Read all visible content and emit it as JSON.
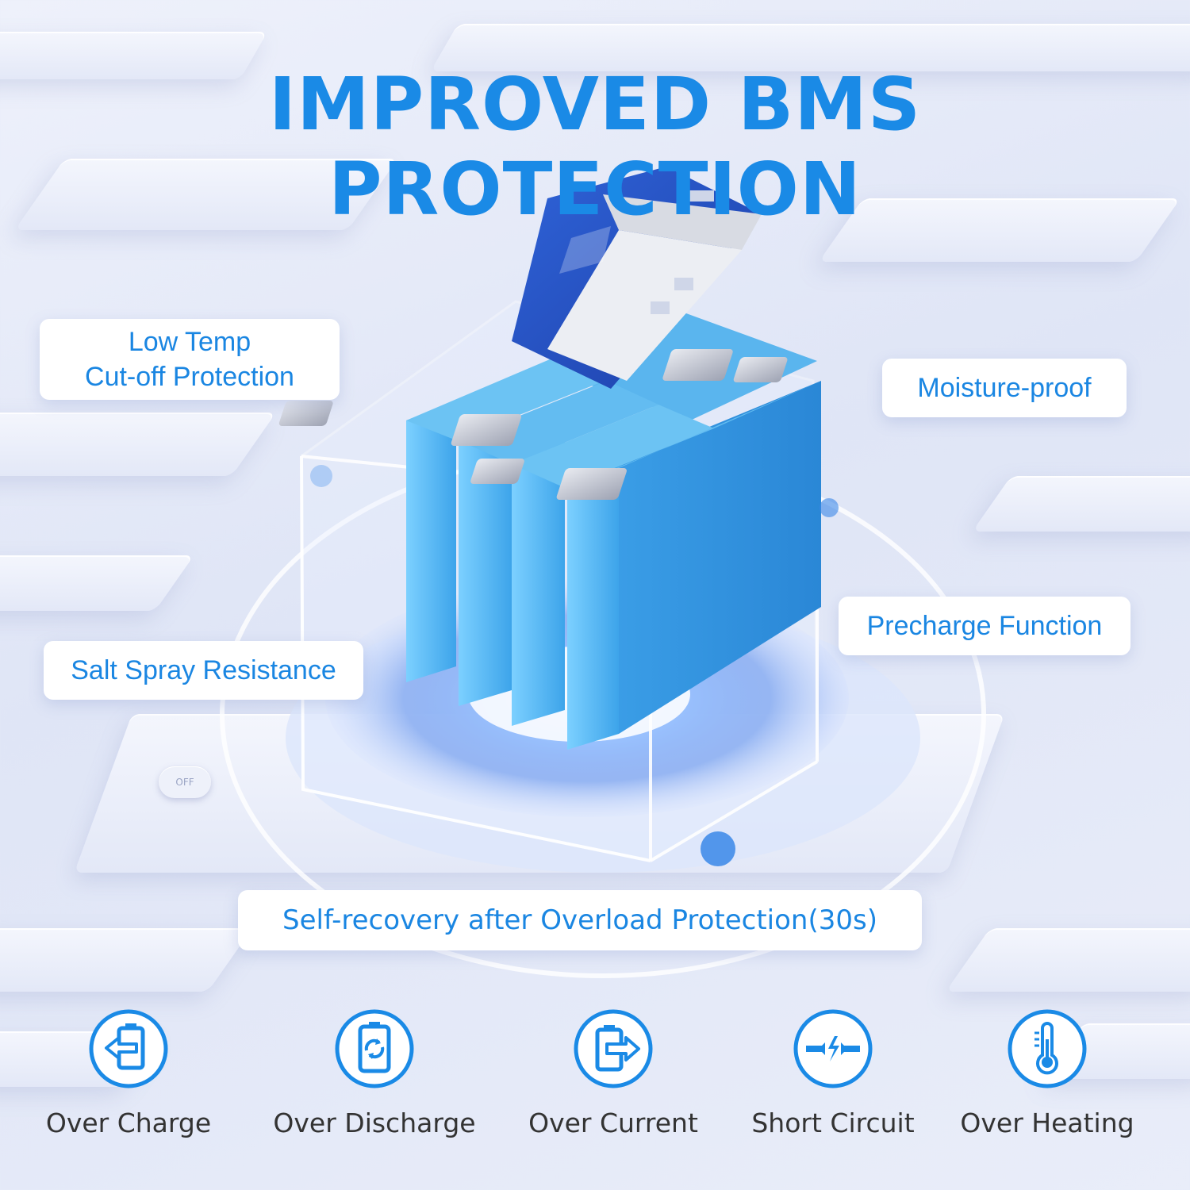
{
  "header": {
    "title": "IMPROVED BMS PROTECTION"
  },
  "features": {
    "low_temp": [
      "Low Temp",
      "Cut-off Protection"
    ],
    "moisture": "Moisture-proof",
    "precharge": "Precharge Function",
    "salt_spray": "Salt Spray Resistance",
    "self_recovery": "Self-recovery after Overload Protection(30s)"
  },
  "protections": [
    {
      "label": "Over Charge",
      "icon": "battery-charge-in-icon"
    },
    {
      "label": "Over Discharge",
      "icon": "battery-cycle-icon"
    },
    {
      "label": "Over Current",
      "icon": "battery-current-out-icon"
    },
    {
      "label": "Short Circuit",
      "icon": "short-circuit-icon"
    },
    {
      "label": "Over Heating",
      "icon": "thermometer-icon"
    }
  ],
  "device": {
    "button_label": "OFF"
  },
  "colors": {
    "accent": "#1a8ae6",
    "cell_blue": "#56b7ef",
    "label_text": "#333333"
  }
}
